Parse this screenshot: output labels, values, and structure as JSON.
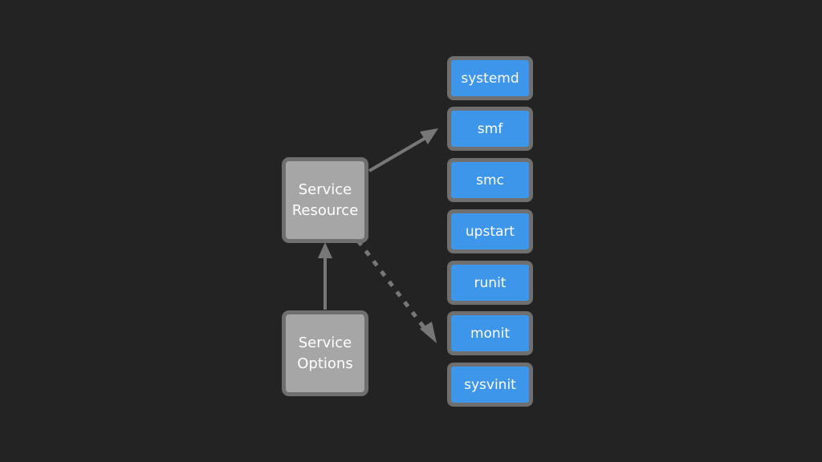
{
  "diagram": {
    "left_nodes": {
      "service_resource": "Service\nResource",
      "service_options": "Service\nOptions"
    },
    "providers": [
      "systemd",
      "smf",
      "smc",
      "upstart",
      "runit",
      "monit",
      "sysvinit"
    ]
  },
  "colors": {
    "background": "#232323",
    "gray_fill": "#a6a6a6",
    "border": "#6f6f6f",
    "blue_fill": "#3d96ea",
    "text": "#ffffff",
    "arrow": "#777777"
  }
}
